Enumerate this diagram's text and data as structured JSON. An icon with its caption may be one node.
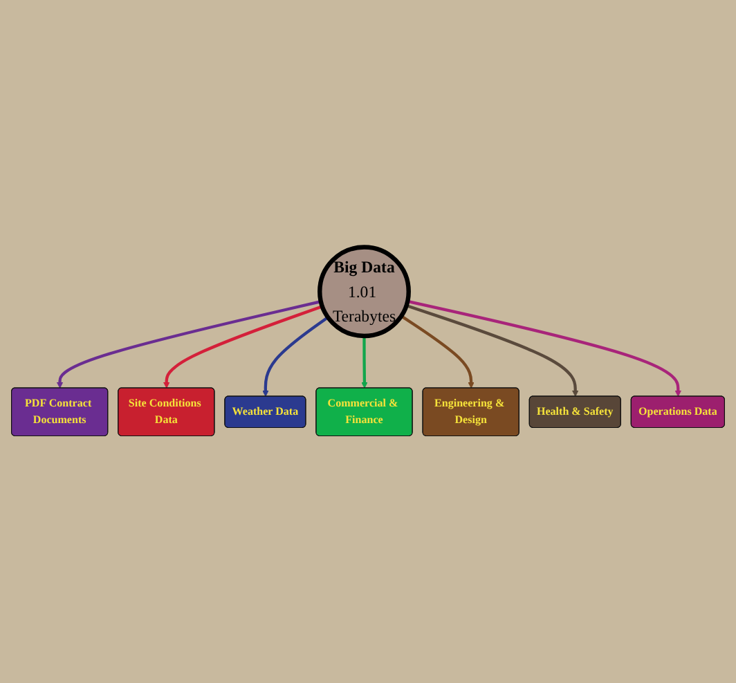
{
  "diagram": {
    "nodes": [
      {
        "text": [
          "Big Data",
          "1.01 Terabytes"
        ]
      },
      {
        "text": [
          "PDF Contract Documents"
        ]
      },
      {
        "text": [
          "Site Conditions Data"
        ]
      },
      {
        "text": [
          "Weather Data"
        ]
      },
      {
        "text": [
          "Commercial & Finance"
        ]
      },
      {
        "text": [
          "Engineering & Design"
        ]
      },
      {
        "text": [
          "Health & Safety"
        ]
      },
      {
        "text": [
          "Operations Data"
        ]
      }
    ],
    "edges": [
      {
        "from": 0,
        "to": 1,
        "arrow": "to",
        "color": "#6a2d91"
      },
      {
        "from": 0,
        "to": 2,
        "arrow": "to",
        "color": "#d4203a"
      },
      {
        "from": 0,
        "to": 3,
        "arrow": "to",
        "color": "#2b3a8f"
      },
      {
        "from": 0,
        "to": 4,
        "arrow": "to",
        "color": "#12a64c"
      },
      {
        "from": 0,
        "to": 5,
        "arrow": "to",
        "color": "#7a4a22"
      },
      {
        "from": 0,
        "to": 6,
        "arrow": "to",
        "color": "#5a4a3c"
      },
      {
        "from": 0,
        "to": 7,
        "arrow": "to",
        "color": "#a8247a"
      }
    ]
  }
}
